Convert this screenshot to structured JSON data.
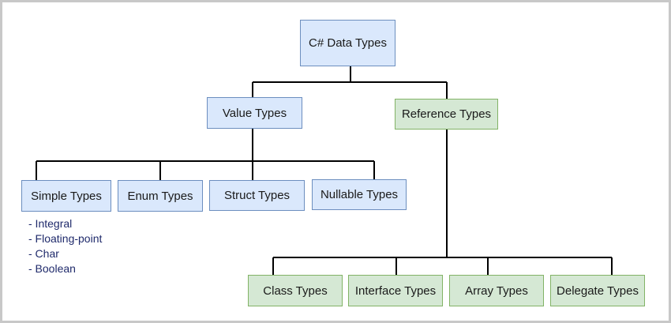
{
  "root": {
    "label": "C# Data Types"
  },
  "value_types": {
    "label": "Value Types",
    "children": [
      {
        "label": "Simple Types"
      },
      {
        "label": "Enum Types"
      },
      {
        "label": "Struct Types"
      },
      {
        "label": "Nullable Types"
      }
    ],
    "simple_types_list": [
      "- Integral",
      "- Floating-point",
      "- Char",
      "- Boolean"
    ]
  },
  "reference_types": {
    "label": "Reference Types",
    "children": [
      {
        "label": "Class Types"
      },
      {
        "label": "Interface Types"
      },
      {
        "label": "Array Types"
      },
      {
        "label": "Delegate Types"
      }
    ]
  },
  "colors": {
    "value_fill": "#dae8fc",
    "value_stroke": "#6c8ebf",
    "reference_fill": "#d5e8d4",
    "reference_stroke": "#82b366"
  }
}
